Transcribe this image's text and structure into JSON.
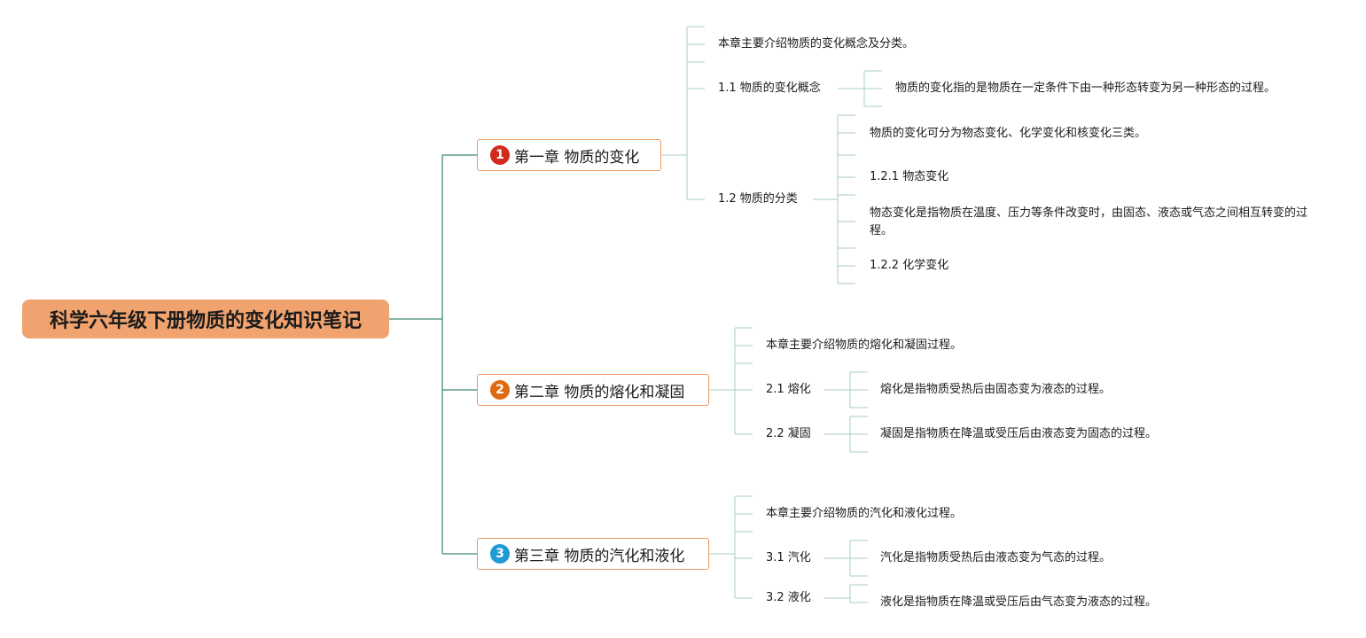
{
  "root": {
    "title": "科学六年级下册物质的变化知识笔记"
  },
  "colors": {
    "root_fill": "#f0a36e",
    "chapter_border": "#ec9a62",
    "link": "#5b9a8c"
  },
  "chapters": [
    {
      "number": "1",
      "badge_color": "#d22b1e",
      "title": "第一章 物质的变化",
      "intro": "本章主要介绍物质的变化概念及分类。",
      "sec1": {
        "title": "1.1 物质的变化概念",
        "detail": "物质的变化指的是物质在一定条件下由一种形态转变为另一种形态的过程。"
      },
      "sec2": {
        "title": "1.2 物质的分类",
        "intro": "物质的变化可分为物态变化、化学变化和核变化三类。",
        "sub1": "1.2.1 物态变化",
        "sub1_detail": "物态变化是指物质在温度、压力等条件改变时，由固态、液态或气态之间相互转变的过程。",
        "sub2": "1.2.2 化学变化"
      }
    },
    {
      "number": "2",
      "badge_color": "#e06a10",
      "title": "第二章 物质的熔化和凝固",
      "intro": "本章主要介绍物质的熔化和凝固过程。",
      "sec1": {
        "title": "2.1 熔化",
        "detail": "熔化是指物质受热后由固态变为液态的过程。"
      },
      "sec2": {
        "title": "2.2 凝固",
        "detail": "凝固是指物质在降温或受压后由液态变为固态的过程。"
      }
    },
    {
      "number": "3",
      "badge_color": "#1e9ad6",
      "title": "第三章 物质的汽化和液化",
      "intro": "本章主要介绍物质的汽化和液化过程。",
      "sec1": {
        "title": "3.1 汽化",
        "detail": "汽化是指物质受热后由液态变为气态的过程。"
      },
      "sec2": {
        "title": "3.2 液化",
        "detail": "液化是指物质在降温或受压后由气态变为液态的过程。"
      }
    }
  ]
}
